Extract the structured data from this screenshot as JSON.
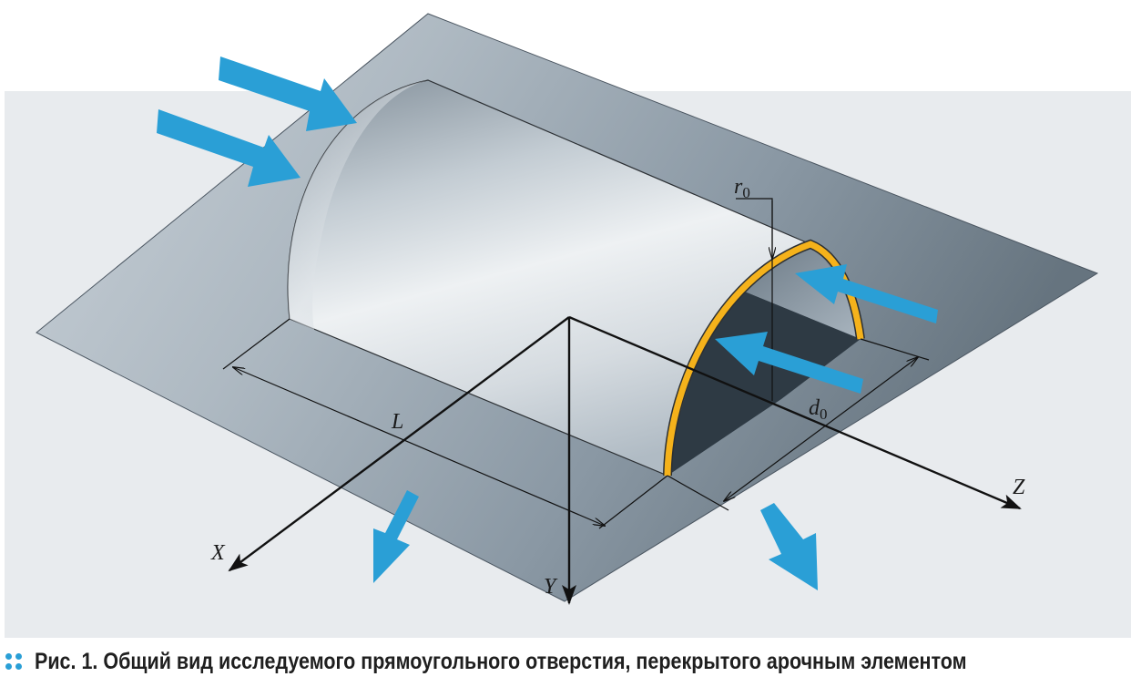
{
  "figure": {
    "labels": {
      "L": "L",
      "r0_main": "r",
      "r0_sub": "0",
      "d0_main": "d",
      "d0_sub": "0",
      "axis_x": "X",
      "axis_y": "Y",
      "axis_z": "Z"
    },
    "colors": {
      "background_panel": "#e8ebee",
      "arrow": "#2a9fd6",
      "arch_ring": "#f5b21b",
      "opening": "#2e3a44"
    }
  },
  "caption": {
    "number": "Рис. 1.",
    "text": " Общий вид исследуемого прямоугольного отверстия, перекрытого арочным элементом"
  }
}
